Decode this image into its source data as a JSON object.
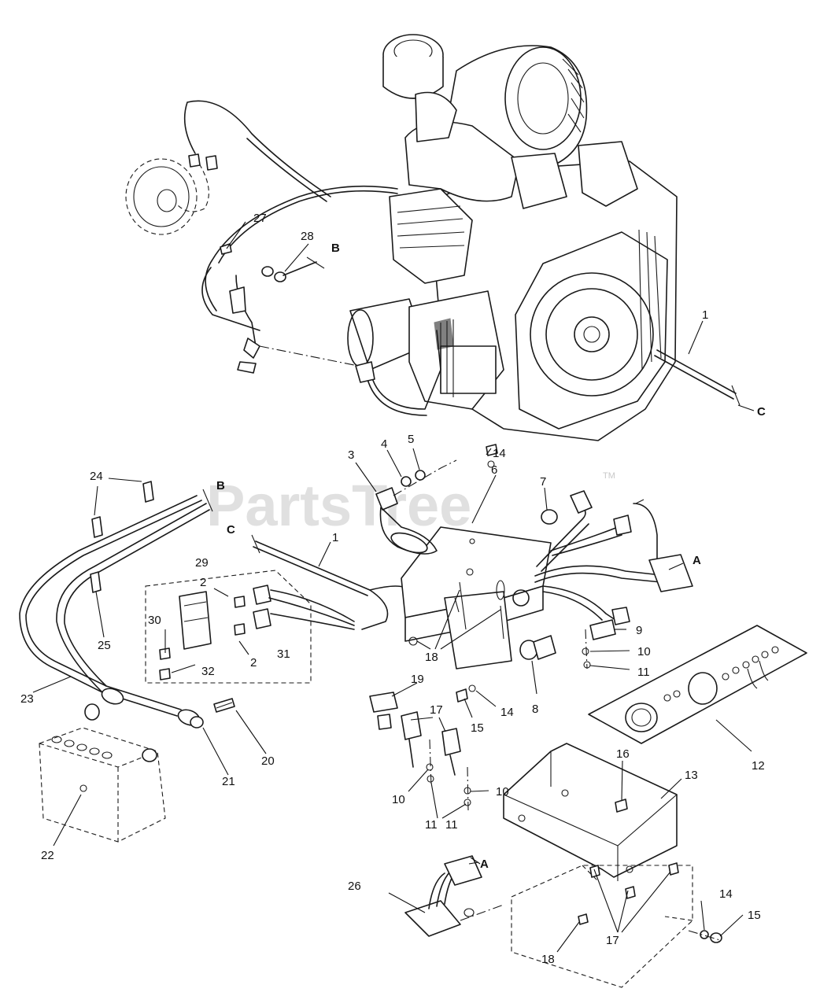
{
  "watermark": {
    "text": "PartsTree",
    "mark": "TM"
  },
  "callouts": {
    "c1a": "1",
    "c1b": "1",
    "c2a": "2",
    "c2b": "2",
    "c3": "3",
    "c4": "4",
    "c5": "5",
    "c6": "6",
    "c7": "7",
    "c8": "8",
    "c9": "9",
    "c10a": "10",
    "c10b": "10",
    "c10c": "10",
    "c11a": "11",
    "c11b": "11",
    "c11c": "11",
    "c12": "12",
    "c13": "13",
    "c14a": "14",
    "c14b": "14",
    "c14c": "14",
    "c15a": "15",
    "c15b": "15",
    "c16": "16",
    "c17a": "17",
    "c17b": "17",
    "c18a": "18",
    "c18b": "18",
    "c19": "19",
    "c20": "20",
    "c21": "21",
    "c22": "22",
    "c23": "23",
    "c24": "24",
    "c25": "25",
    "c26": "26",
    "c27": "27",
    "c28": "28",
    "c29": "29",
    "c30": "30",
    "c31": "31",
    "c32": "32"
  },
  "refs": {
    "rB1": "B",
    "rB2": "B",
    "rC1": "C",
    "rC2": "C",
    "rA1": "A",
    "rA2": "A"
  }
}
